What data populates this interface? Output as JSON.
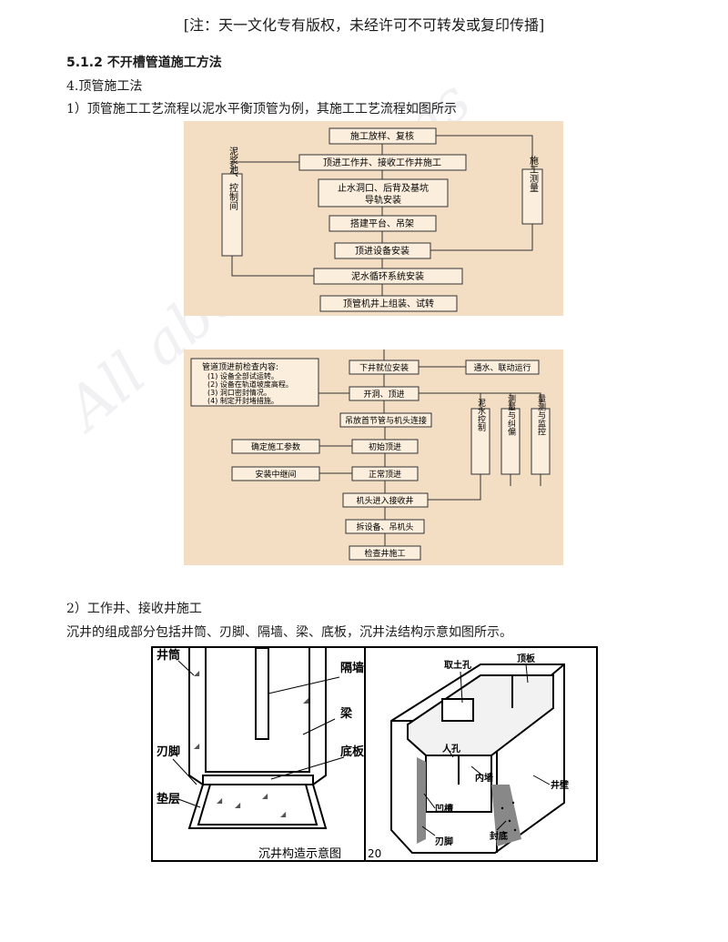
{
  "notice": "[注：天一文化专有版权，未经许可不可转发或复印传播]",
  "section_heading": "5.1.2  不开槽管道施工方法",
  "subheading": "4.顶管施工法",
  "para1": "1）顶管施工工艺流程以泥水平衡顶管为例，其施工工艺流程如图所示",
  "flow1": {
    "main_steps": [
      "施工放样、复核",
      "顶进工作井、接收工作井施工",
      "止水洞口、后背及基坑",
      "导轨安装",
      "搭建平台、吊架",
      "顶进设备安装",
      "泥水循环系统安装",
      "顶管机井上组装、试转"
    ],
    "left_side": "泥浆池、控制间",
    "right_side": "施工测量"
  },
  "flow2": {
    "note_title": "管道顶进前检查内容:",
    "note_items": [
      "(1) 设备全部试运转。",
      "(2) 设备在轨道坡度高程。",
      "(3) 洞口密封情况。",
      "(4) 制定开封堵措施。"
    ],
    "main_steps": [
      "下井就位安装",
      "开洞、顶进",
      "吊放首节管与机头连接",
      "初始顶进",
      "正常顶进",
      "机头进入接收井",
      "拆设备、吊机头",
      "检查井施工"
    ],
    "right_top": "通水、联动运行",
    "left_boxes": [
      "确定施工参数",
      "安装中继间"
    ],
    "right_columns": [
      "泥水控制",
      "测量与纠偏",
      "量测与监控"
    ]
  },
  "para2": "2）工作井、接收井施工",
  "para3": "沉井的组成部分包括井筒、刃脚、隔墙、梁、底板，沉井法结构示意如图所示。",
  "fig3": {
    "left_labels": {
      "jingtong": "井筒",
      "renjiao": "刃脚",
      "dianceng": "垫层",
      "geqiang": "隔墙",
      "liang": "梁",
      "diban": "底板"
    },
    "caption": "沉井构造示意图",
    "page_no": "20",
    "right_labels": {
      "qutukong": "取土孔",
      "dingban": "顶板",
      "renkong": "人孔",
      "neiqiang": "内墙",
      "jingbi": "井壁",
      "aocao": "凹槽",
      "fengdi": "封底",
      "renjiao": "刃脚"
    }
  },
  "watermark": "All about dreams"
}
